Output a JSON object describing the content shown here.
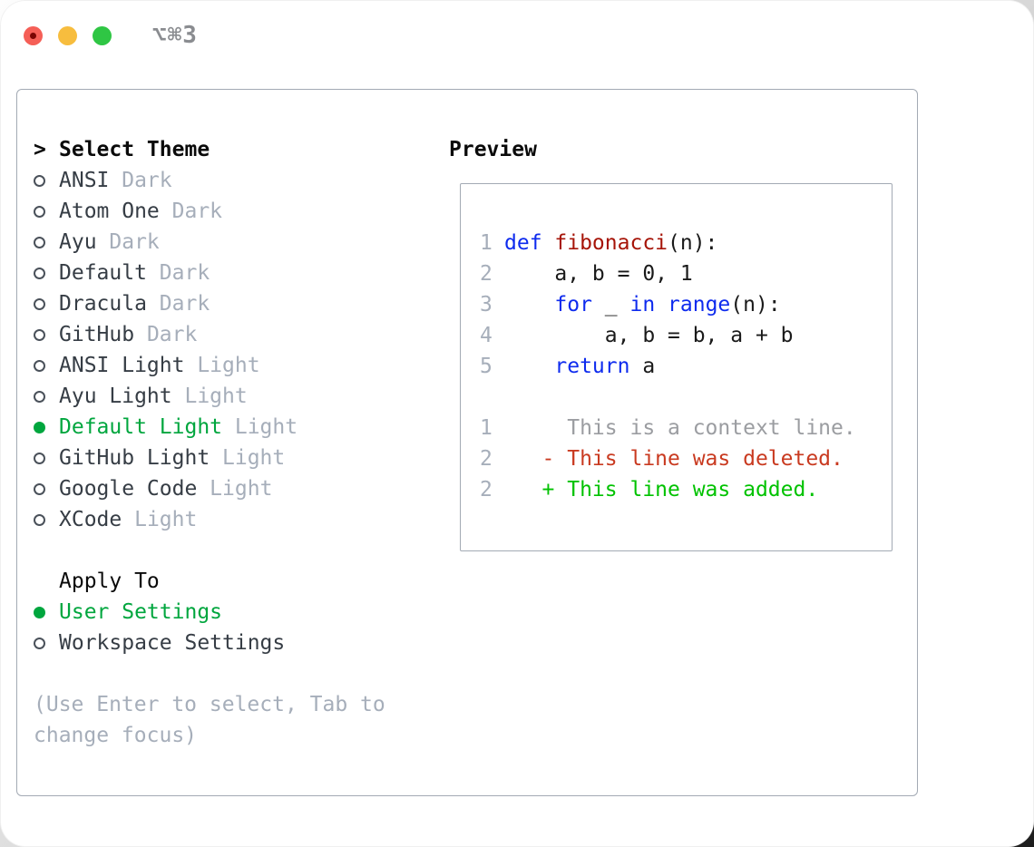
{
  "window": {
    "title": "⌥⌘3",
    "traffic_lights": {
      "close": "close",
      "minimize": "minimize",
      "zoom": "zoom"
    }
  },
  "theme_select": {
    "prompt": ">",
    "title": "Select Theme",
    "items": [
      {
        "name": "ANSI",
        "variant": "Dark",
        "selected": false
      },
      {
        "name": "Atom One",
        "variant": "Dark",
        "selected": false
      },
      {
        "name": "Ayu",
        "variant": "Dark",
        "selected": false
      },
      {
        "name": "Default",
        "variant": "Dark",
        "selected": false
      },
      {
        "name": "Dracula",
        "variant": "Dark",
        "selected": false
      },
      {
        "name": "GitHub",
        "variant": "Dark",
        "selected": false
      },
      {
        "name": "ANSI Light",
        "variant": "Light",
        "selected": false
      },
      {
        "name": "Ayu Light",
        "variant": "Light",
        "selected": false
      },
      {
        "name": "Default Light",
        "variant": "Light",
        "selected": true
      },
      {
        "name": "GitHub Light",
        "variant": "Light",
        "selected": false
      },
      {
        "name": "Google Code",
        "variant": "Light",
        "selected": false
      },
      {
        "name": "XCode",
        "variant": "Light",
        "selected": false
      }
    ]
  },
  "apply_to": {
    "title": "Apply To",
    "items": [
      {
        "label": "User Settings",
        "selected": true
      },
      {
        "label": "Workspace Settings",
        "selected": false
      }
    ]
  },
  "help": {
    "lines": [
      "(Use Enter to select, Tab to",
      "change focus)"
    ]
  },
  "preview": {
    "title": "Preview",
    "code_lines": [
      {
        "num": "1",
        "tokens": [
          {
            "text": "def ",
            "style": "kw"
          },
          {
            "text": "fibonacci",
            "style": "fn"
          },
          {
            "text": "(n):",
            "style": "pl"
          }
        ]
      },
      {
        "num": "2",
        "tokens": [
          {
            "text": "    a, b = 0, 1",
            "style": "pl"
          }
        ]
      },
      {
        "num": "3",
        "tokens": [
          {
            "text": "    ",
            "style": "pl"
          },
          {
            "text": "for",
            "style": "kw"
          },
          {
            "text": " _ ",
            "style": "pl"
          },
          {
            "text": "in",
            "style": "kw"
          },
          {
            "text": " ",
            "style": "pl"
          },
          {
            "text": "range",
            "style": "kw"
          },
          {
            "text": "(n):",
            "style": "pl"
          }
        ]
      },
      {
        "num": "4",
        "tokens": [
          {
            "text": "        a, b = b, a + b",
            "style": "pl"
          }
        ]
      },
      {
        "num": "5",
        "tokens": [
          {
            "text": "    ",
            "style": "pl"
          },
          {
            "text": "return",
            "style": "kw"
          },
          {
            "text": " a",
            "style": "pl"
          }
        ]
      }
    ],
    "diff_lines": [
      {
        "num": "1",
        "text": "     This is a context line.",
        "type": "context"
      },
      {
        "num": "2",
        "text": "   - This line was deleted.",
        "type": "deleted"
      },
      {
        "num": "2",
        "text": "   + This line was added.",
        "type": "added"
      }
    ]
  },
  "colors": {
    "selection_green": "#00a63e",
    "added_green": "#00c200",
    "deleted_red": "#c93a20",
    "keyword_blue": "#0e2bee",
    "function_red": "#a61408",
    "muted_gray": "#a6aeba",
    "text_dark": "#363d45",
    "border_gray": "#a3aab4",
    "traffic_red": "#f55f57",
    "traffic_yellow": "#f7bd3e",
    "traffic_green": "#2fc644"
  }
}
